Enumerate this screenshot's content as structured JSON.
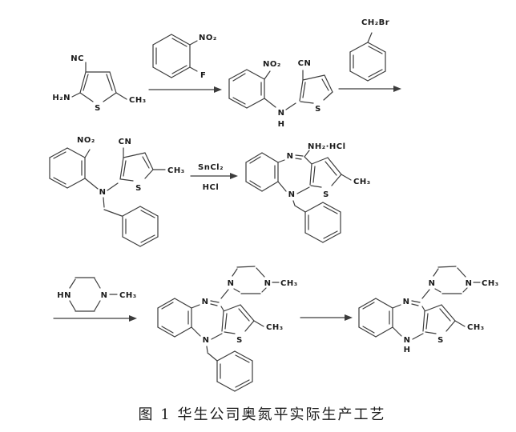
{
  "caption": "图 1  华生公司奥氮平实际生产工艺",
  "labels": {
    "c1": {
      "nitrile": "NC",
      "amino": "H₂N",
      "s": "S",
      "methyl": "CH₃"
    },
    "r1": {
      "nitro": "NO₂",
      "fluoro": "F"
    },
    "c2": {
      "nitro": "NO₂",
      "nitrile": "CN",
      "n": "N",
      "h": "H",
      "s": "S"
    },
    "r2": {
      "benzyl_bromide": "CH₂Br"
    },
    "c3": {
      "nitro": "NO₂",
      "nitrile": "CN",
      "n": "N",
      "s": "S",
      "methyl": "CH₃"
    },
    "step3": {
      "reagent": "SnCl₂",
      "acid": "HCl"
    },
    "c4": {
      "imine_n": "N",
      "amidine": "NH₂·HCl",
      "methyl": "CH₃",
      "s": "S",
      "ring_n": "N"
    },
    "r3": {
      "hn": "HN",
      "n": "N",
      "methyl": "CH₃"
    },
    "c5": {
      "imine_n": "N",
      "pip_n1": "N",
      "pip_n4": "N",
      "pip_methyl": "CH₃",
      "methyl": "CH₃",
      "s": "S",
      "ring_n": "N"
    },
    "c6": {
      "imine_n": "N",
      "pip_n1": "N",
      "pip_n4": "N",
      "pip_methyl": "CH₃",
      "methyl": "CH₃",
      "s": "S",
      "ring_n": "N",
      "nh": "H"
    }
  }
}
